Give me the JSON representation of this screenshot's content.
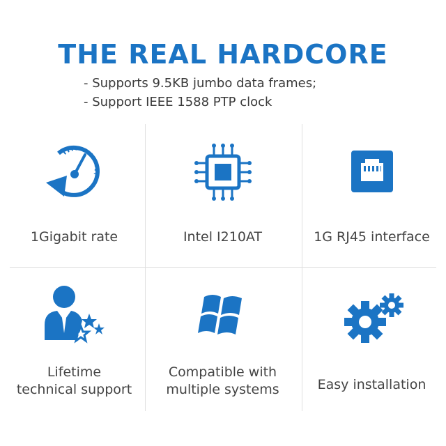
{
  "header": {
    "title": "THE REAL HARDCORE",
    "bullets": [
      "- Supports 9.5KB jumbo data frames;",
      "- Support IEEE 1588 PTP clock"
    ]
  },
  "features": [
    {
      "label": "1Gigabit rate",
      "icon": "speedometer-icon"
    },
    {
      "label": "Intel I210AT",
      "icon": "chip-icon"
    },
    {
      "label": "1G RJ45 interface",
      "icon": "ethernet-port-icon"
    },
    {
      "label_line1": "Lifetime",
      "label_line2": "technical support",
      "icon": "support-person-icon"
    },
    {
      "label_line1": "Compatible with",
      "label_line2": "multiple systems",
      "icon": "windows-logo-icon"
    },
    {
      "label": "Easy installation",
      "icon": "gears-icon"
    }
  ],
  "colors": {
    "accent": "#1b74c4",
    "text": "#444444"
  }
}
